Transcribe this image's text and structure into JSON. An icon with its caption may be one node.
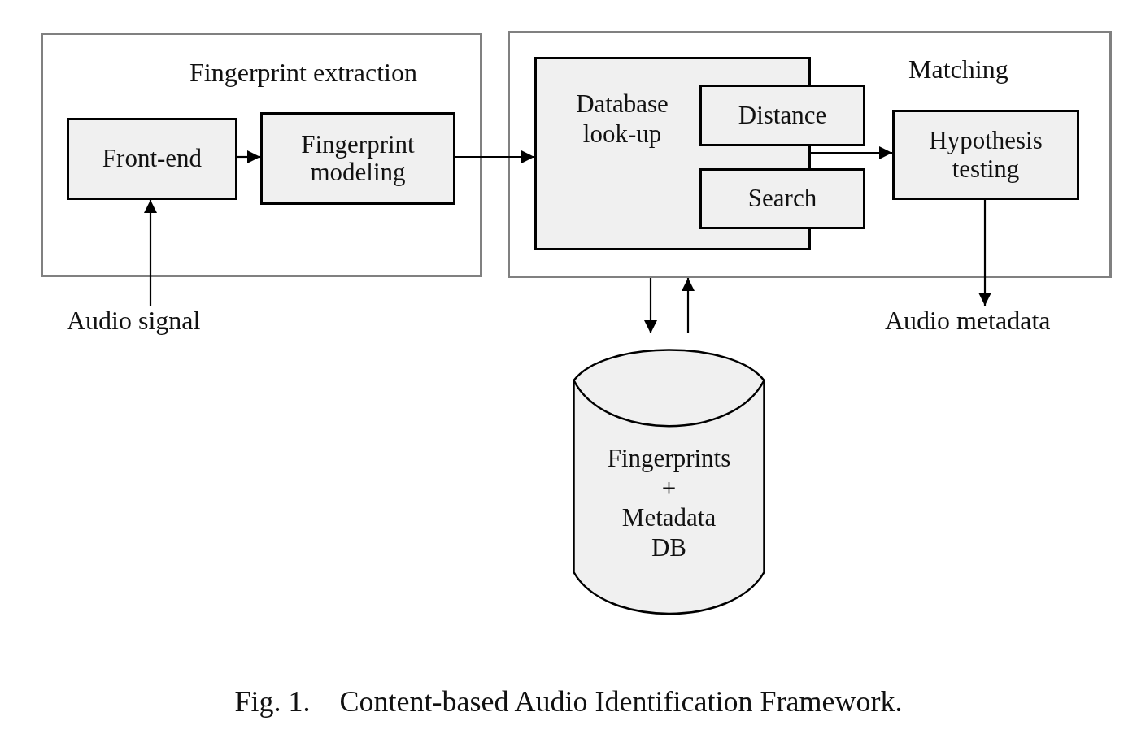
{
  "diagram": {
    "caption": "Fig. 1.    Content-based Audio Identification Framework.",
    "nodes": [
      {
        "text": [
          "Fingerprint extraction"
        ]
      },
      {
        "text": [
          "Front-end"
        ],
        "in": 0
      },
      {
        "text": [
          "Fingerprint modeling"
        ],
        "in": 0
      },
      {
        "text": [
          "Matching"
        ]
      },
      {
        "text": [
          "Database look-up"
        ],
        "in": 3
      },
      {
        "text": [
          "Distance"
        ],
        "in": 3
      },
      {
        "text": [
          "Search"
        ],
        "in": 3
      },
      {
        "text": [
          "Hypothesis testing"
        ],
        "in": 3
      },
      {
        "text": [
          "Audio signal"
        ]
      },
      {
        "text": [
          "Audio metadata"
        ]
      },
      {
        "text": [
          "Fingerprints + Metadata DB"
        ]
      }
    ],
    "edges": [
      {
        "from": 8,
        "to": 1,
        "arrow": "to"
      },
      {
        "from": 1,
        "to": 2,
        "arrow": "to"
      },
      {
        "from": 2,
        "to": 4,
        "arrow": "to"
      },
      {
        "from": 4,
        "to": 7,
        "arrow": "to"
      },
      {
        "from": 7,
        "to": 9,
        "arrow": "to"
      },
      {
        "from": 3,
        "to": 10,
        "arrow": "to"
      },
      {
        "from": 10,
        "to": 3,
        "arrow": "to"
      }
    ]
  }
}
